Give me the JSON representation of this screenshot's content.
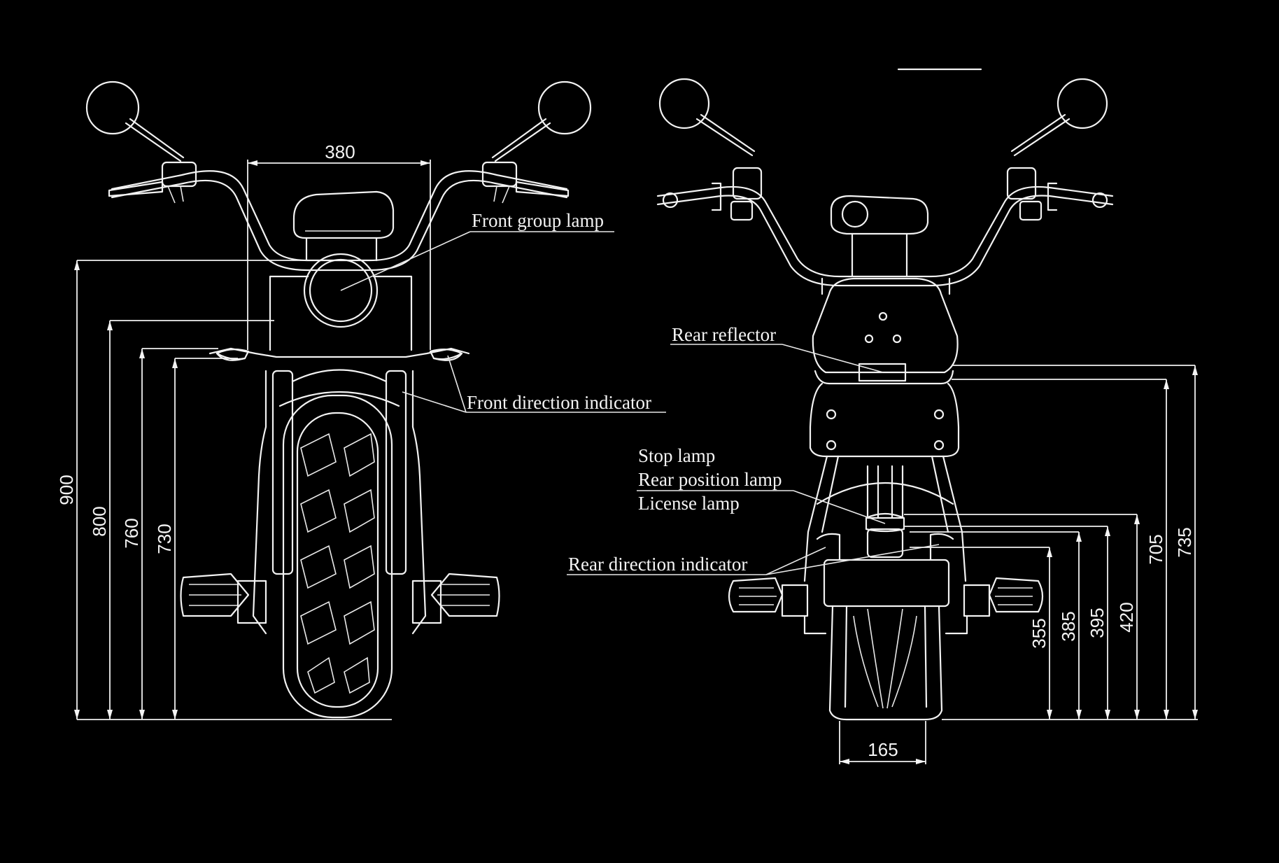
{
  "views": {
    "front": {
      "callouts": {
        "front_group_lamp": "Front group lamp",
        "front_direction_indicator": "Front direction indicator"
      },
      "dimensions": {
        "width": "380",
        "h900": "900",
        "h800": "800",
        "h760": "760",
        "h730": "730"
      }
    },
    "rear": {
      "callouts": {
        "rear_reflector": "Rear reflector",
        "stop_lamp": "Stop lamp",
        "rear_position_lamp": "Rear position lamp",
        "license_lamp": "License lamp",
        "rear_direction_indicator": "Rear direction indicator"
      },
      "dimensions": {
        "width": "165",
        "h355": "355",
        "h385": "385",
        "h395": "395",
        "h420": "420",
        "h705": "705",
        "h735": "735"
      }
    }
  },
  "colors": {
    "background": "#000000",
    "line": "#f2f2f2"
  }
}
